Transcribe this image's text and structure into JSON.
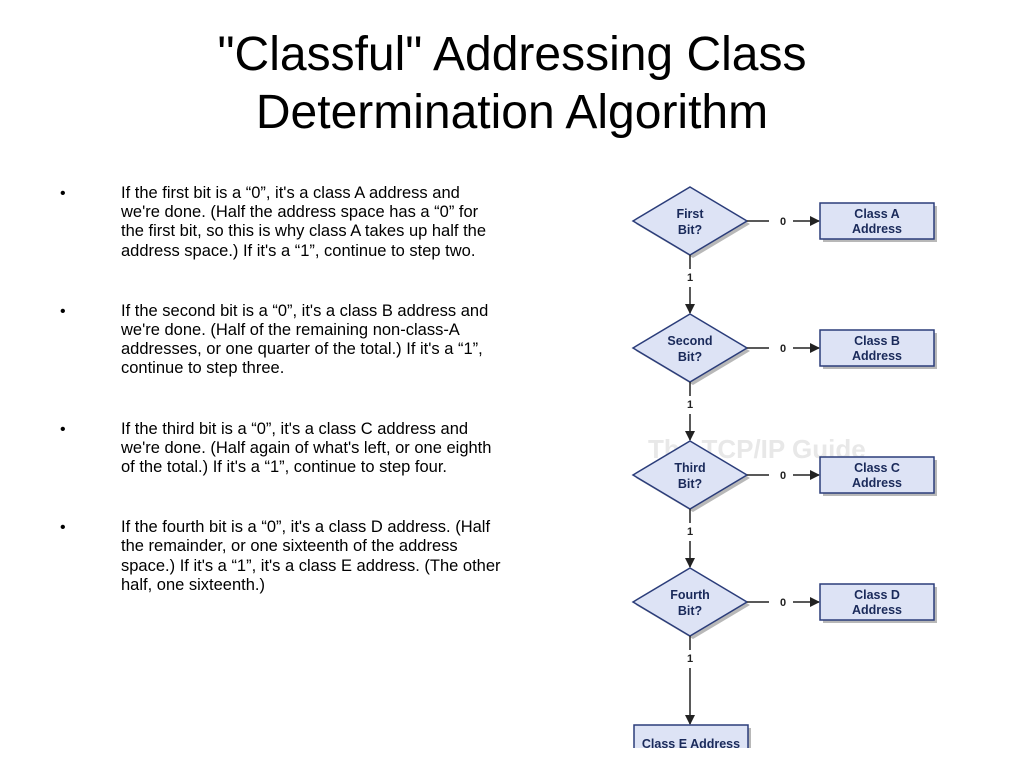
{
  "title": {
    "line1": "\"Classful\" Addressing Class",
    "line2": "Determination Algorithm"
  },
  "bullets": [
    {
      "marker": "•",
      "text": "If the first bit is a “0”, it's a class A address and we're done. (Half the address space has a “0” for the first bit, so this is why class A takes up half the address space.) If it's a “1”, continue to step two."
    },
    {
      "marker": "•",
      "text": "If the second bit is a “0”, it's a class B address and we're done. (Half of the remaining non-class-A addresses, or one quarter of the total.) If it's a “1”, continue to step three."
    },
    {
      "marker": "•",
      "text": "If the third bit is a “0”, it's a class C address and we're done. (Half again of what's left, or one eighth of the total.) If it's a “1”, continue to step four."
    },
    {
      "marker": "•",
      "text": "If the fourth bit is a “0”, it's a class D address. (Half the remainder, or one sixteenth of the address space.) If it's a “1”, it's a class E address. (The other half, one sixteenth.)"
    }
  ],
  "diagram": {
    "watermark": "The TCP/IP Guide",
    "colors": {
      "fill": "#dde3f5",
      "stroke": "#2b3d7a",
      "shadow": "#b8b8b8",
      "arrow": "#222222"
    },
    "decisions": [
      {
        "line1": "First",
        "line2": "Bit?",
        "yes_label": "0",
        "next_label": "1",
        "result_line1": "Class A",
        "result_line2": "Address"
      },
      {
        "line1": "Second",
        "line2": "Bit?",
        "yes_label": "0",
        "next_label": "1",
        "result_line1": "Class B",
        "result_line2": "Address"
      },
      {
        "line1": "Third",
        "line2": "Bit?",
        "yes_label": "0",
        "next_label": "1",
        "result_line1": "Class C",
        "result_line2": "Address"
      },
      {
        "line1": "Fourth",
        "line2": "Bit?",
        "yes_label": "0",
        "next_label": "1",
        "result_line1": "Class D",
        "result_line2": "Address"
      }
    ],
    "final": "Class E Address"
  }
}
